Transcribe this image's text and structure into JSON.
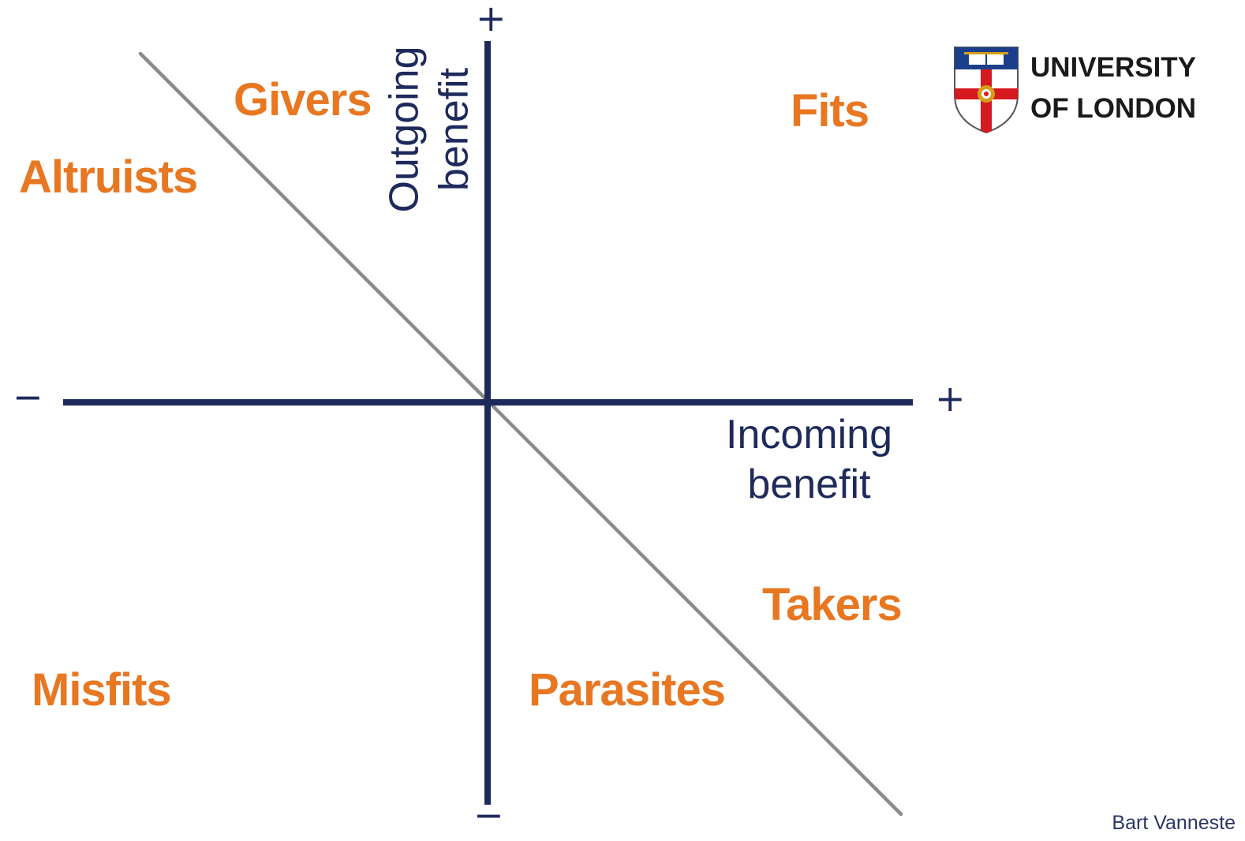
{
  "quadrants": {
    "givers": "Givers",
    "fits": "Fits",
    "altruists": "Altruists",
    "takers": "Takers",
    "misfits": "Misfits",
    "parasites": "Parasites"
  },
  "axes": {
    "y_title_line1": "Outgoing",
    "y_title_line2": "benefit",
    "x_title_line1": "Incoming",
    "x_title_line2": "benefit",
    "y_plus": "+",
    "y_minus": "−",
    "x_plus": "+",
    "x_minus": "−"
  },
  "logo": {
    "line1": "UNIVERSITY",
    "line2": "OF LONDON"
  },
  "credit": "Bart Vanneste",
  "colors": {
    "axis": "#1f2a5c",
    "diagonal": "#8a8a8a",
    "label": "#e87722"
  }
}
